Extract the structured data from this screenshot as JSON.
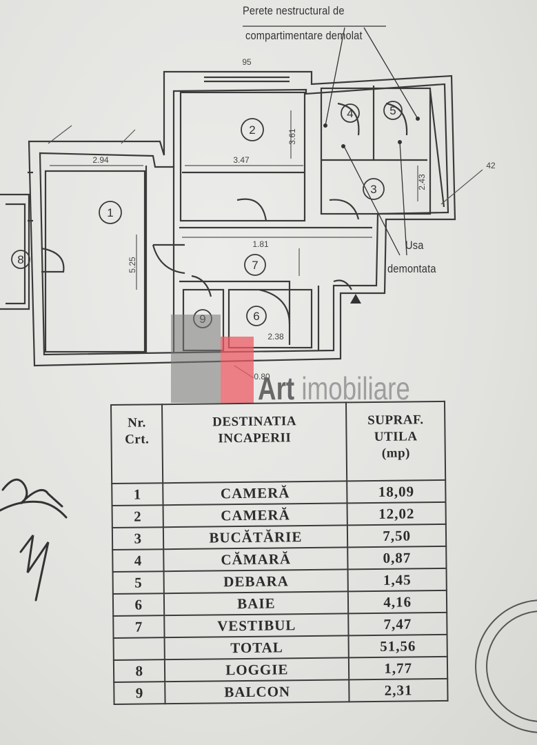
{
  "annotations": {
    "wall_note_line1": "Perete nestructural de",
    "wall_note_line2": "compartimentare demolat",
    "door_note_line1": "Usa",
    "door_note_line2": "demontata"
  },
  "plan": {
    "dimensions": {
      "room1_width": "2.94",
      "room1_height": "5.25",
      "room2_width": "3.47",
      "room2_height": "3.61",
      "hall_width": "1.81",
      "bath_width": "2.38",
      "kitchen_height": "2.43",
      "top_dim": "95",
      "right_dim": "42",
      "loggia_dim": "0.80"
    },
    "room_labels": [
      "1",
      "2",
      "3",
      "4",
      "5",
      "6",
      "7",
      "8",
      "9"
    ]
  },
  "watermark": {
    "brand_bold": "Art",
    "brand_light": "imobiliare"
  },
  "legend": {
    "headers": {
      "nr": [
        "Nr.",
        "Crt."
      ],
      "destination": [
        "DESTINATIA",
        "INCAPERII"
      ],
      "area": [
        "SUPRAF.",
        "UTILA",
        "(mp)"
      ]
    },
    "rows": [
      {
        "nr": "1",
        "name": "CAMERĂ",
        "area": "18,09"
      },
      {
        "nr": "2",
        "name": "CAMERĂ",
        "area": "12,02"
      },
      {
        "nr": "3",
        "name": "BUCĂTĂRIE",
        "area": "7,50"
      },
      {
        "nr": "4",
        "name": "CĂMARĂ",
        "area": "0,87"
      },
      {
        "nr": "5",
        "name": "DEBARA",
        "area": "1,45"
      },
      {
        "nr": "6",
        "name": "BAIE",
        "area": "4,16"
      },
      {
        "nr": "7",
        "name": "VESTIBUL",
        "area": "7,47"
      },
      {
        "nr": "",
        "name": "TOTAL",
        "area": "51,56"
      },
      {
        "nr": "8",
        "name": "LOGGIE",
        "area": "1,77"
      },
      {
        "nr": "9",
        "name": "BALCON",
        "area": "2,31"
      }
    ]
  }
}
